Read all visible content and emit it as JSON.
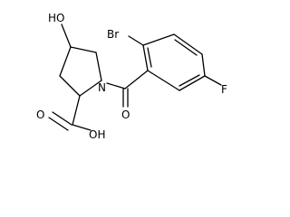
{
  "molecule": {
    "atoms": {
      "ho_label": "HO",
      "n_label": "N",
      "br_label": "Br",
      "f_label": "F",
      "carbonyl_o_label": "O",
      "acid_o_label": "O",
      "oh_label": "OH"
    },
    "colors": {
      "bond": "#000000",
      "text": "#000000",
      "background": "#ffffff"
    }
  }
}
